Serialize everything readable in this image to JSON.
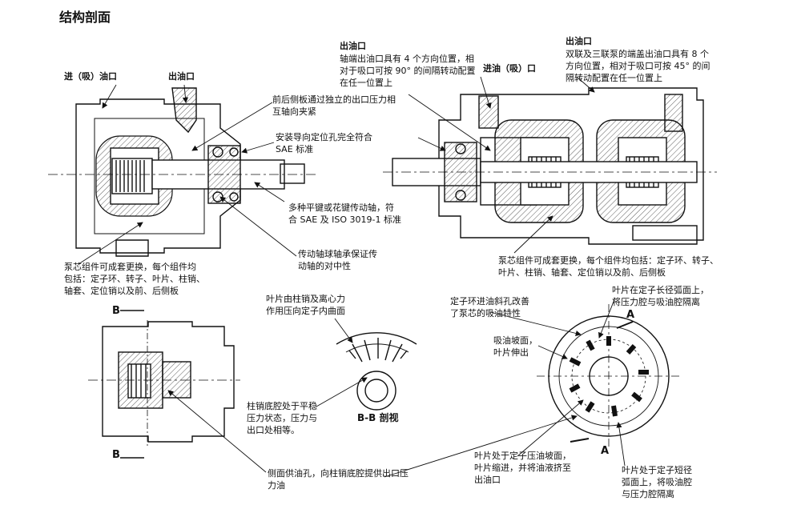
{
  "title": "结构剖面",
  "left_top": {
    "inlet_label": "进（吸）油口",
    "outlet_label": "出油口",
    "callout_side_plates": [
      "前后侧板通过独立的出口压力相",
      "互轴向夹紧"
    ],
    "callout_pilot": [
      "安装导向定位孔完全符合",
      "SAE 标准"
    ],
    "callout_shaft": [
      "多种平键或花键传动轴，符",
      "合 SAE 及 ISO 3019-1 标准"
    ],
    "callout_bearing": [
      "传动轴球轴承保证传",
      "动轴的对中性"
    ],
    "callout_cartridge": [
      "泵芯组件可成套更换，每个组件均",
      "包括：定子环、转子、叶片、柱销、",
      "轴套、定位销以及前、后侧板"
    ]
  },
  "right_top": {
    "outlet1_title": "出油口",
    "outlet1_desc": [
      "轴端出油口具有 4 个方向位置，相",
      "对于吸口可按 90° 的间隔转动配置",
      "在任一位置上"
    ],
    "outlet2_title": "出油口",
    "outlet2_desc": [
      "双联及三联泵的端盖出油口具有 8 个",
      "方向位置，相对于吸口可按 45° 的间",
      "隔转动配置在任一位置上"
    ],
    "inlet_label": "进油（吸）口",
    "callout_cartridge": [
      "泵芯组件可成套更换，每个组件均包括：定子环、转子、",
      "叶片、柱销、轴套、定位销以及前、后侧板"
    ]
  },
  "bottom": {
    "section_b_top": "B",
    "section_b_bottom": "B",
    "bb_caption": "B-B 剖视",
    "callout_vane_force": [
      "叶片由柱销及离心力",
      "作用压向定子内曲面"
    ],
    "callout_pin_chamber": [
      "柱销底腔处于平稳",
      "压力状态，压力与",
      "出口处相等。"
    ],
    "callout_side_feed": [
      "侧面供油孔，向柱销底腔提供出口压",
      "力油"
    ],
    "callout_stator_holes": [
      "定子环进油斜孔改善",
      "了泵芯的吸油特性"
    ],
    "callout_suction_ramp": [
      "吸油坡面，",
      "叶片伸出"
    ],
    "callout_long_arc": [
      "叶片在定子长径弧面上，",
      "将压力腔与吸油腔隔离"
    ],
    "callout_pressure_ramp": [
      "叶片处于定子压油坡面，",
      "叶片缩进，并将油液挤至",
      "出油口"
    ],
    "callout_short_arc": [
      "叶片处于定子短径",
      "弧面上，将吸油腔",
      "与压力腔隔离"
    ],
    "section_a_top": "A",
    "section_a_bottom": "A"
  }
}
